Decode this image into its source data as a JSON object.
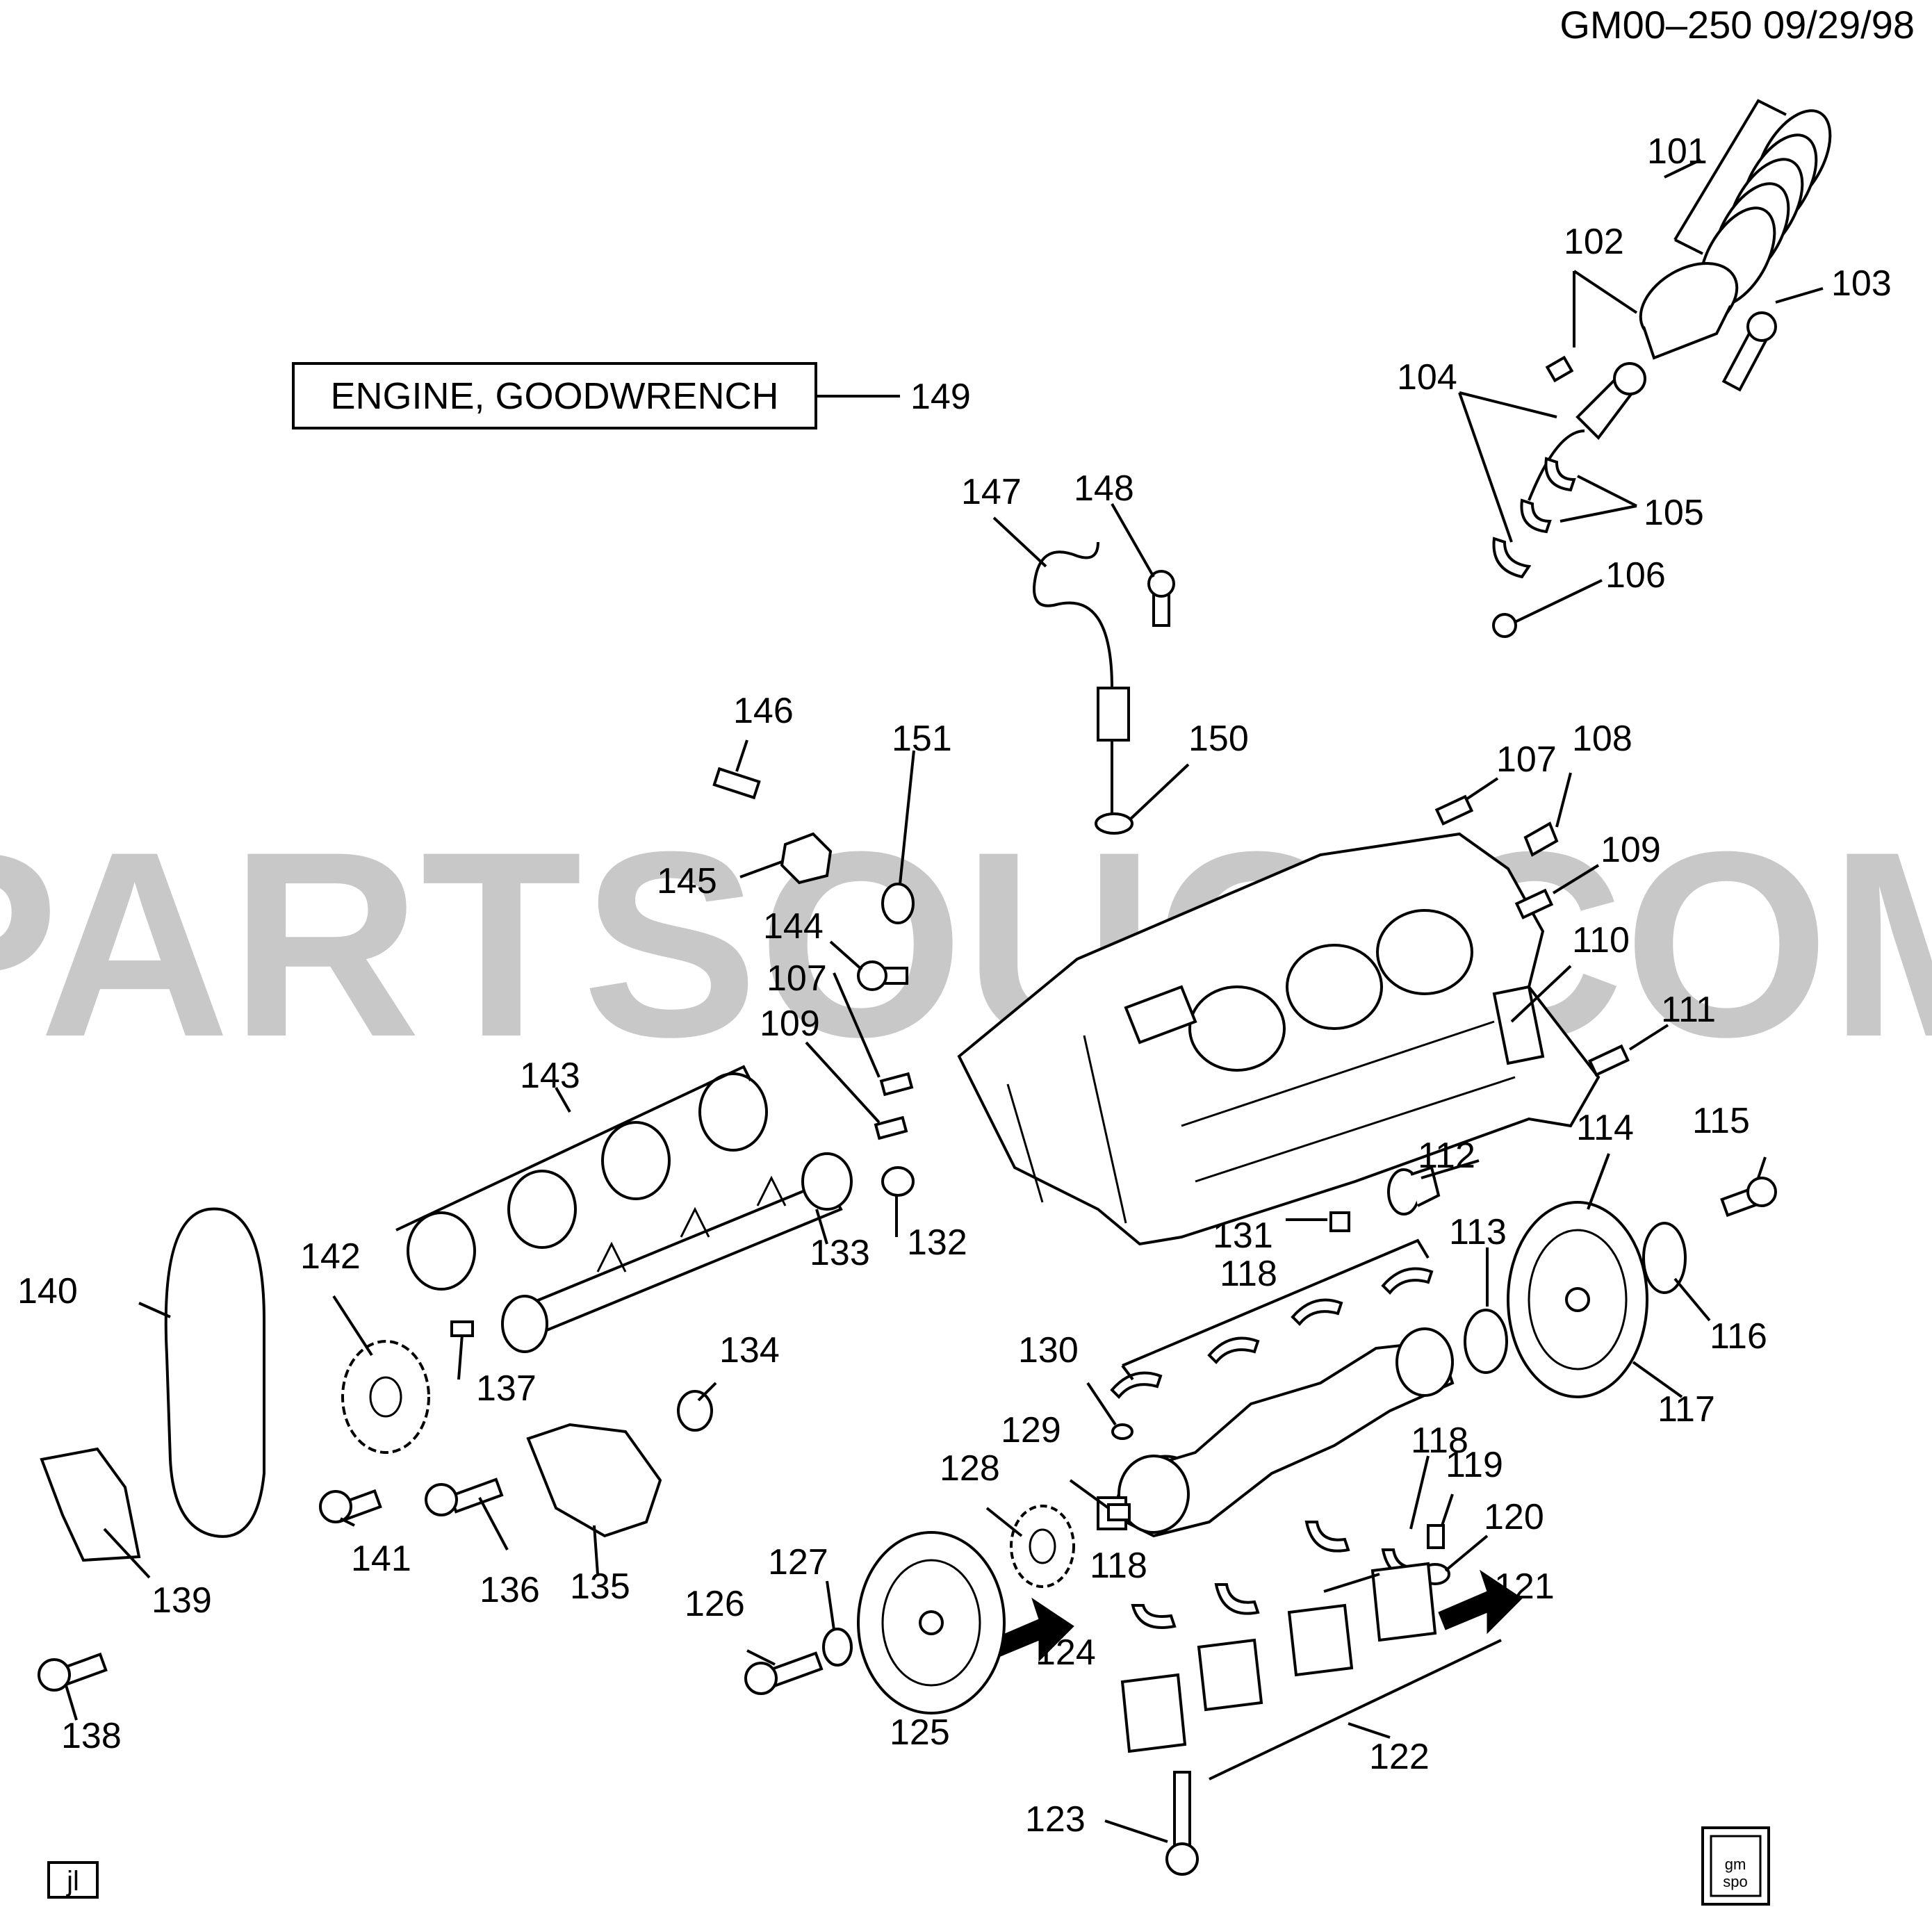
{
  "header": {
    "code": "GM00–250",
    "date": "09/29/98"
  },
  "title_box": {
    "label": "ENGINE,  GOODWRENCH",
    "ref": "149"
  },
  "watermark": "PARTSOUQ.COM",
  "footer": {
    "left_tag": "jl",
    "logo_top": "gm",
    "logo_bottom": "spo"
  },
  "callouts": [
    {
      "id": "101",
      "num": "101"
    },
    {
      "id": "102",
      "num": "102"
    },
    {
      "id": "103",
      "num": "103"
    },
    {
      "id": "104",
      "num": "104"
    },
    {
      "id": "105",
      "num": "105"
    },
    {
      "id": "106",
      "num": "106"
    },
    {
      "id": "107a",
      "num": "107"
    },
    {
      "id": "108",
      "num": "108"
    },
    {
      "id": "109a",
      "num": "109"
    },
    {
      "id": "110",
      "num": "110"
    },
    {
      "id": "111",
      "num": "111"
    },
    {
      "id": "112",
      "num": "112"
    },
    {
      "id": "113",
      "num": "113"
    },
    {
      "id": "114",
      "num": "114"
    },
    {
      "id": "115",
      "num": "115"
    },
    {
      "id": "116",
      "num": "116"
    },
    {
      "id": "117",
      "num": "117"
    },
    {
      "id": "118a",
      "num": "118"
    },
    {
      "id": "118b",
      "num": "118"
    },
    {
      "id": "118c",
      "num": "118"
    },
    {
      "id": "119",
      "num": "119"
    },
    {
      "id": "120",
      "num": "120"
    },
    {
      "id": "121",
      "num": "121"
    },
    {
      "id": "122",
      "num": "122"
    },
    {
      "id": "123",
      "num": "123"
    },
    {
      "id": "124",
      "num": "124"
    },
    {
      "id": "125",
      "num": "125"
    },
    {
      "id": "126",
      "num": "126"
    },
    {
      "id": "127",
      "num": "127"
    },
    {
      "id": "128",
      "num": "128"
    },
    {
      "id": "129",
      "num": "129"
    },
    {
      "id": "130",
      "num": "130"
    },
    {
      "id": "131",
      "num": "131"
    },
    {
      "id": "132",
      "num": "132"
    },
    {
      "id": "133",
      "num": "133"
    },
    {
      "id": "134",
      "num": "134"
    },
    {
      "id": "135",
      "num": "135"
    },
    {
      "id": "136",
      "num": "136"
    },
    {
      "id": "137",
      "num": "137"
    },
    {
      "id": "138",
      "num": "138"
    },
    {
      "id": "139",
      "num": "139"
    },
    {
      "id": "140",
      "num": "140"
    },
    {
      "id": "141",
      "num": "141"
    },
    {
      "id": "142",
      "num": "142"
    },
    {
      "id": "143",
      "num": "143"
    },
    {
      "id": "144",
      "num": "144"
    },
    {
      "id": "145",
      "num": "145"
    },
    {
      "id": "146",
      "num": "146"
    },
    {
      "id": "107b",
      "num": "107"
    },
    {
      "id": "109b",
      "num": "109"
    },
    {
      "id": "147",
      "num": "147"
    },
    {
      "id": "148",
      "num": "148"
    },
    {
      "id": "150",
      "num": "150"
    },
    {
      "id": "151",
      "num": "151"
    }
  ]
}
